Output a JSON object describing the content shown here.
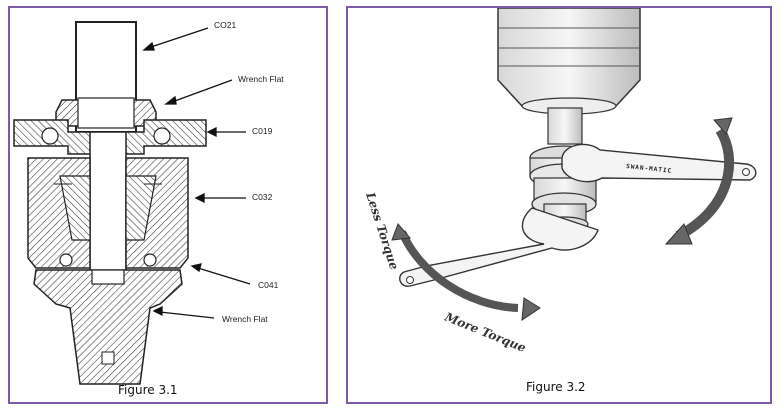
{
  "figure_left": {
    "caption": "Figure 3.1",
    "callouts": [
      "CO21",
      "Wrench Flat",
      "C019",
      "C032",
      "C041",
      "Wrench Flat"
    ]
  },
  "figure_right": {
    "caption": "Figure 3.2",
    "wrench_brand": "SWAN-MATIC",
    "less_label": "Less Torque",
    "more_label": "More Torque"
  }
}
